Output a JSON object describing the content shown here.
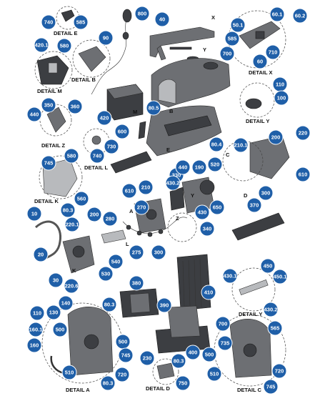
{
  "callouts": [
    {
      "n": "740"
    },
    {
      "n": "585"
    },
    {
      "n": "800"
    },
    {
      "n": "40"
    },
    {
      "n": "60.1"
    },
    {
      "n": "60.2"
    },
    {
      "n": "50.1"
    },
    {
      "n": "585"
    },
    {
      "n": "700"
    },
    {
      "n": "60"
    },
    {
      "n": "710"
    },
    {
      "n": "420.1"
    },
    {
      "n": "580"
    },
    {
      "n": "90"
    },
    {
      "n": "110"
    },
    {
      "n": "100"
    },
    {
      "n": "420"
    },
    {
      "n": "80.5"
    },
    {
      "n": "350"
    },
    {
      "n": "360"
    },
    {
      "n": "440"
    },
    {
      "n": "600"
    },
    {
      "n": "730"
    },
    {
      "n": "740"
    },
    {
      "n": "80.4"
    },
    {
      "n": "200"
    },
    {
      "n": "220"
    },
    {
      "n": "210.1"
    },
    {
      "n": "745"
    },
    {
      "n": "580"
    },
    {
      "n": "330"
    },
    {
      "n": "440"
    },
    {
      "n": "190"
    },
    {
      "n": "520"
    },
    {
      "n": "610"
    },
    {
      "n": "430.2"
    },
    {
      "n": "610"
    },
    {
      "n": "210"
    },
    {
      "n": "300"
    },
    {
      "n": "560"
    },
    {
      "n": "80.3"
    },
    {
      "n": "650"
    },
    {
      "n": "370"
    },
    {
      "n": "270"
    },
    {
      "n": "430"
    },
    {
      "n": "10"
    },
    {
      "n": "220.1"
    },
    {
      "n": "200"
    },
    {
      "n": "280"
    },
    {
      "n": "340"
    },
    {
      "n": "20"
    },
    {
      "n": "540"
    },
    {
      "n": "275"
    },
    {
      "n": "300"
    },
    {
      "n": "30"
    },
    {
      "n": "530"
    },
    {
      "n": "220.6"
    },
    {
      "n": "380"
    },
    {
      "n": "410"
    },
    {
      "n": "430.1"
    },
    {
      "n": "450"
    },
    {
      "n": "450.1"
    },
    {
      "n": "140"
    },
    {
      "n": "110"
    },
    {
      "n": "130"
    },
    {
      "n": "80.3"
    },
    {
      "n": "390"
    },
    {
      "n": "430.2"
    },
    {
      "n": "160.1"
    },
    {
      "n": "500"
    },
    {
      "n": "700"
    },
    {
      "n": "565"
    },
    {
      "n": "160"
    },
    {
      "n": "500"
    },
    {
      "n": "745"
    },
    {
      "n": "735"
    },
    {
      "n": "230"
    },
    {
      "n": "400"
    },
    {
      "n": "500"
    },
    {
      "n": "510"
    },
    {
      "n": "720"
    },
    {
      "n": "80.3"
    },
    {
      "n": "80.3"
    },
    {
      "n": "510"
    },
    {
      "n": "720"
    },
    {
      "n": "750"
    },
    {
      "n": "745"
    }
  ],
  "details": [
    {
      "label": "DETAIL E"
    },
    {
      "label": "DETAIL X"
    },
    {
      "label": "DETAIL M"
    },
    {
      "label": "DETAIL B"
    },
    {
      "label": "DETAIL Y"
    },
    {
      "label": "DETAIL Z"
    },
    {
      "label": "DETAIL L"
    },
    {
      "label": "DETAIL K"
    },
    {
      "label": "DETAIL Y"
    },
    {
      "label": "DETAIL A"
    },
    {
      "label": "DETAIL D"
    },
    {
      "label": "DETAIL C"
    }
  ],
  "letters": [
    {
      "t": "X"
    },
    {
      "t": "Y"
    },
    {
      "t": "M"
    },
    {
      "t": "B"
    },
    {
      "t": "E"
    },
    {
      "t": "C"
    },
    {
      "t": "Y"
    },
    {
      "t": "D"
    },
    {
      "t": "A"
    },
    {
      "t": "Z"
    },
    {
      "t": "L"
    },
    {
      "t": "K"
    }
  ]
}
